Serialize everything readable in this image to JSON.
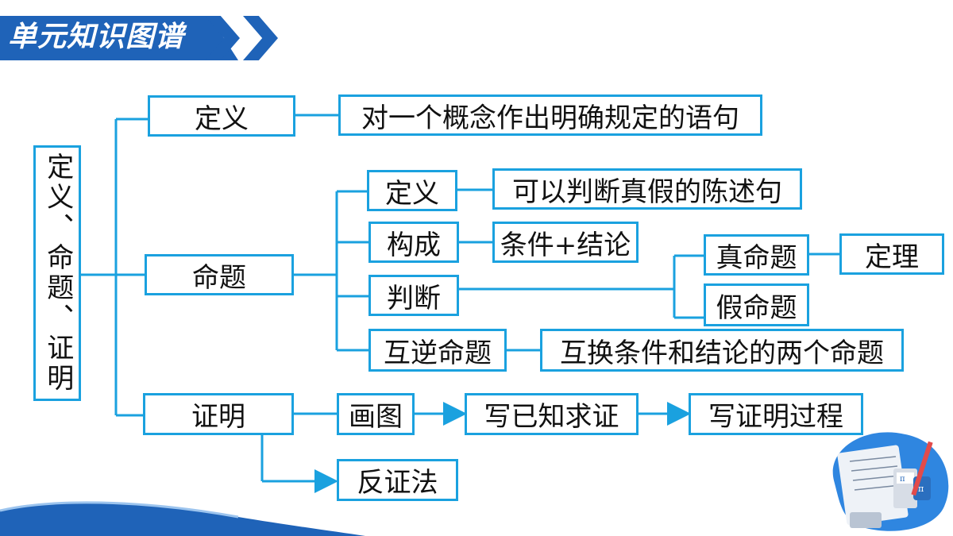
{
  "header": {
    "title": "单元知识图谱"
  },
  "root": {
    "label": "定义、命题、证明"
  },
  "definition": {
    "label": "定义",
    "desc": "对一个概念作出明确规定的语句"
  },
  "proposition": {
    "label": "命题",
    "def_label": "定义",
    "def_desc": "可以判断真假的陈述句",
    "structure_label": "构成",
    "structure_desc": "条件+结论",
    "judge_label": "判断",
    "true_label": "真命题",
    "theorem_label": "定理",
    "false_label": "假命题",
    "converse_label": "互逆命题",
    "converse_desc": "互换条件和结论的两个命题"
  },
  "proof": {
    "label": "证明",
    "step1": "画图",
    "step2": "写已知求证",
    "step3": "写证明过程",
    "contradiction": "反证法"
  },
  "colors": {
    "accent": "#1aa1df",
    "banner": "#1f63b8"
  },
  "icons": {
    "decoration": "math-study-illustration-icon"
  }
}
